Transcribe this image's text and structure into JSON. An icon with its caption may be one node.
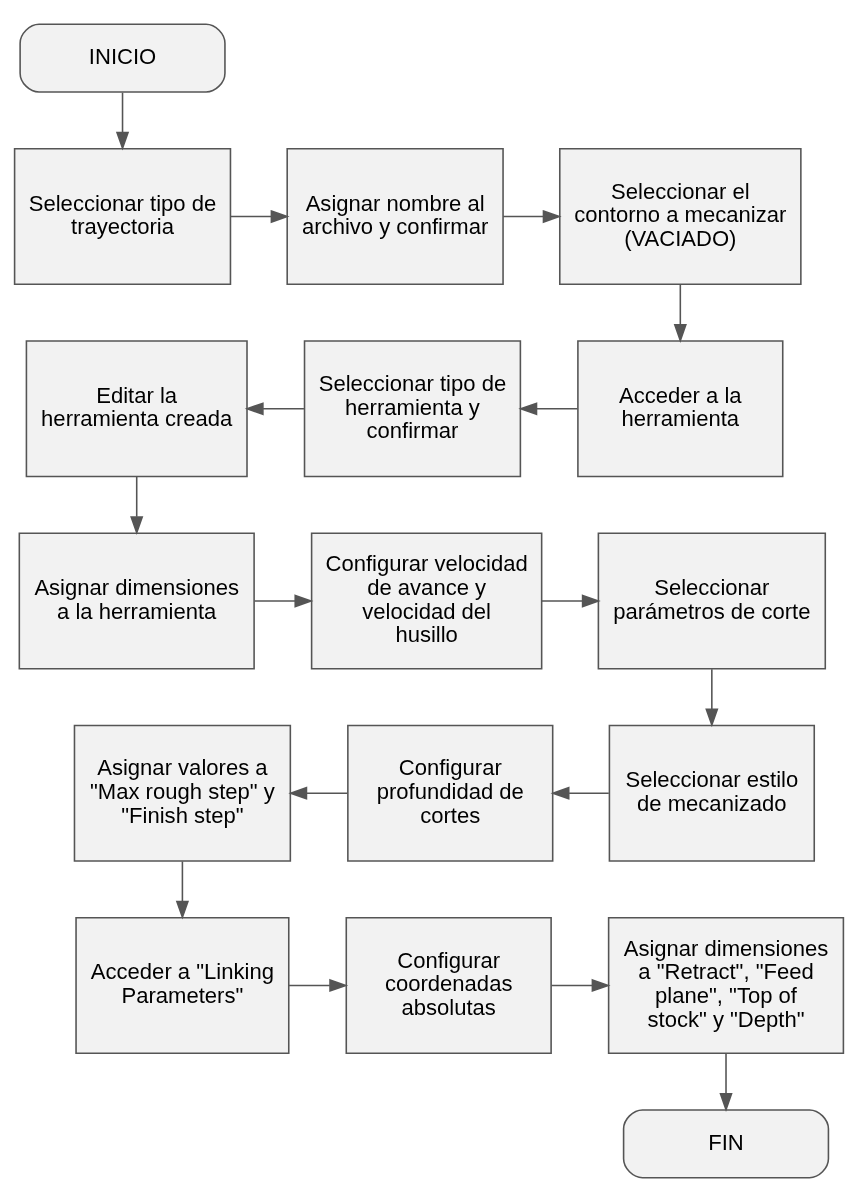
{
  "diagram": {
    "nodes": [
      {
        "text": [
          "INICIO"
        ]
      },
      {
        "text": [
          "Seleccionar tipo de trayectoria"
        ]
      },
      {
        "text": [
          "Asignar nombre al archivo y confirmar"
        ]
      },
      {
        "text": [
          "Seleccionar el contorno a mecanizar (VACIADO)"
        ]
      },
      {
        "text": [
          "Editar la herramienta creada"
        ]
      },
      {
        "text": [
          "Seleccionar tipo de herramienta y confirmar"
        ]
      },
      {
        "text": [
          "Acceder a la herramienta"
        ]
      },
      {
        "text": [
          "Asignar dimensiones a la herramienta"
        ]
      },
      {
        "text": [
          "Configurar velocidad de avance y velocidad del husillo"
        ]
      },
      {
        "text": [
          "Seleccionar parámetros de corte"
        ]
      },
      {
        "text": [
          "Asignar valores a \"Max rough step\" y \"Finish step\""
        ]
      },
      {
        "text": [
          "Configurar profundidad de cortes"
        ]
      },
      {
        "text": [
          "Seleccionar estilo de mecanizado"
        ]
      },
      {
        "text": [
          "Acceder a \"Linking Parameters\""
        ]
      },
      {
        "text": [
          "Configurar coordenadas absolutas"
        ]
      },
      {
        "text": [
          "Asignar dimensiones a \"Retract\", \"Feed plane\", \"Top of stock\" y \"Depth\""
        ]
      },
      {
        "text": [
          "FIN"
        ]
      }
    ],
    "edges": [
      {
        "from": 0,
        "to": 1,
        "arrow": "to"
      },
      {
        "from": 1,
        "to": 2,
        "arrow": "to"
      },
      {
        "from": 2,
        "to": 3,
        "arrow": "to"
      },
      {
        "from": 3,
        "to": 6,
        "arrow": "to"
      },
      {
        "from": 6,
        "to": 5,
        "arrow": "to"
      },
      {
        "from": 5,
        "to": 4,
        "arrow": "to"
      },
      {
        "from": 4,
        "to": 7,
        "arrow": "to"
      },
      {
        "from": 7,
        "to": 8,
        "arrow": "to"
      },
      {
        "from": 8,
        "to": 9,
        "arrow": "to"
      },
      {
        "from": 9,
        "to": 12,
        "arrow": "to"
      },
      {
        "from": 12,
        "to": 11,
        "arrow": "to"
      },
      {
        "from": 11,
        "to": 10,
        "arrow": "to"
      },
      {
        "from": 10,
        "to": 13,
        "arrow": "to"
      },
      {
        "from": 13,
        "to": 14,
        "arrow": "to"
      },
      {
        "from": 14,
        "to": 15,
        "arrow": "to"
      },
      {
        "from": 15,
        "to": 16,
        "arrow": "to"
      }
    ]
  }
}
